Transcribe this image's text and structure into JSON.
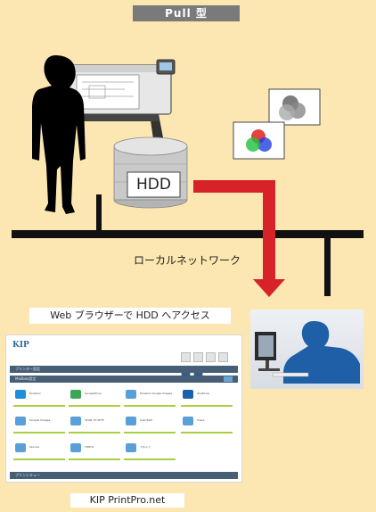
{
  "title": "Pull 型",
  "hdd_label": "HDD",
  "network_label": "ローカルネットワーク",
  "web_access_label": "Web ブラウザーで HDD へアクセス",
  "product_label": "KIP PrintPro.net",
  "screenshot": {
    "logo": "KIP",
    "bar1": "プリンター設定",
    "bar2": "Mailbox設定",
    "bar3": "プリントキュー",
    "tiles": [
      {
        "label": "Dropbox",
        "color": "#1e8fd8"
      },
      {
        "label": "GoogleDrive",
        "color": "#3aa757"
      },
      {
        "label": "Dropbox Google Images",
        "color": "#5aa0d8"
      },
      {
        "label": "OneDrive",
        "color": "#1c5fb0"
      },
      {
        "label": "Sample Images",
        "color": "#5aa0d8"
      },
      {
        "label": "SCAN TO SFTP",
        "color": "#5aa0d8"
      },
      {
        "label": "ScanToPC",
        "color": "#5aa0d8"
      },
      {
        "label": "Users",
        "color": "#5aa0d8"
      },
      {
        "label": "Service",
        "color": "#5aa0d8"
      },
      {
        "label": "TOKYO",
        "color": "#5aa0d8"
      },
      {
        "label": "スキャン",
        "color": "#5aa0d8"
      }
    ]
  },
  "colors": {
    "background": "#fce7b2",
    "network_line": "#111111",
    "arrow": "#d8222a",
    "hdd": "#c9c9c9"
  }
}
